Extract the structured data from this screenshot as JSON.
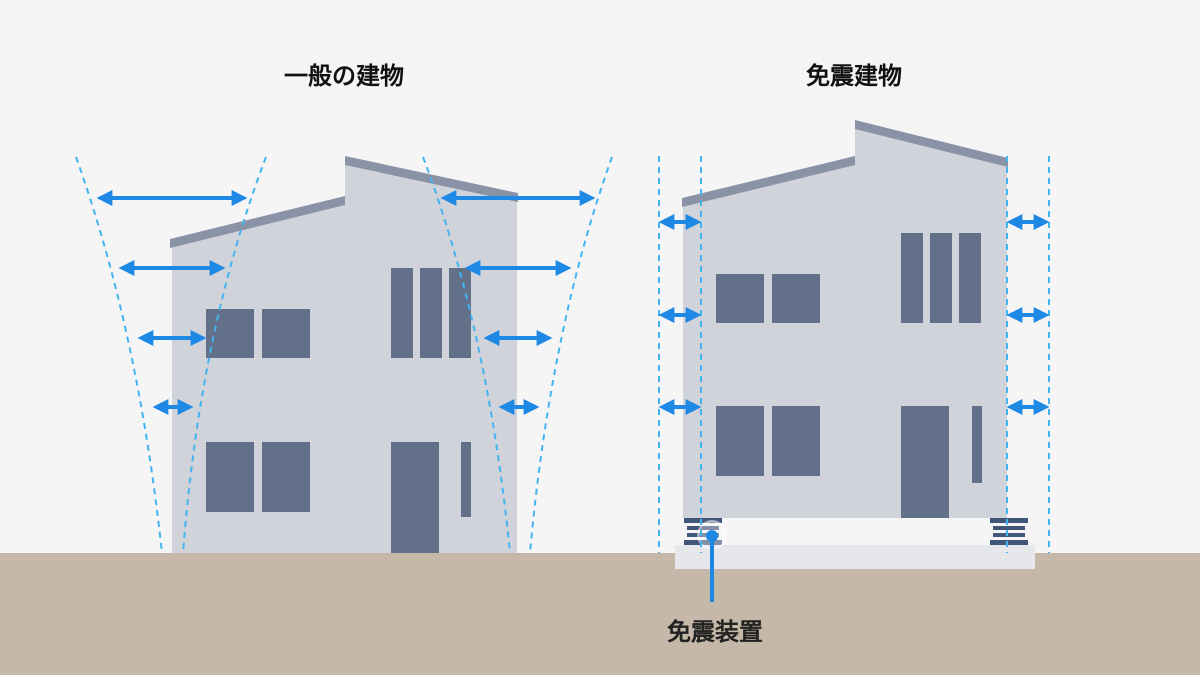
{
  "titles": {
    "conventional": "一般の建物",
    "isolated": "免震建物"
  },
  "labels": {
    "isolation_device": "免震装置"
  },
  "colors": {
    "background": "#f5f5f6",
    "ground": "#c6b8a8",
    "wall": "#d0d3da",
    "roof": "#8a93a6",
    "window": "#627089",
    "foundation": "#e6e7eb",
    "arrow": "#1e88e5",
    "dash": "#42b4ef",
    "isolator": "#40577a"
  },
  "icons": {
    "arrow": "double-headed-arrow-icon",
    "isolator": "rubber-bearing-icon"
  }
}
